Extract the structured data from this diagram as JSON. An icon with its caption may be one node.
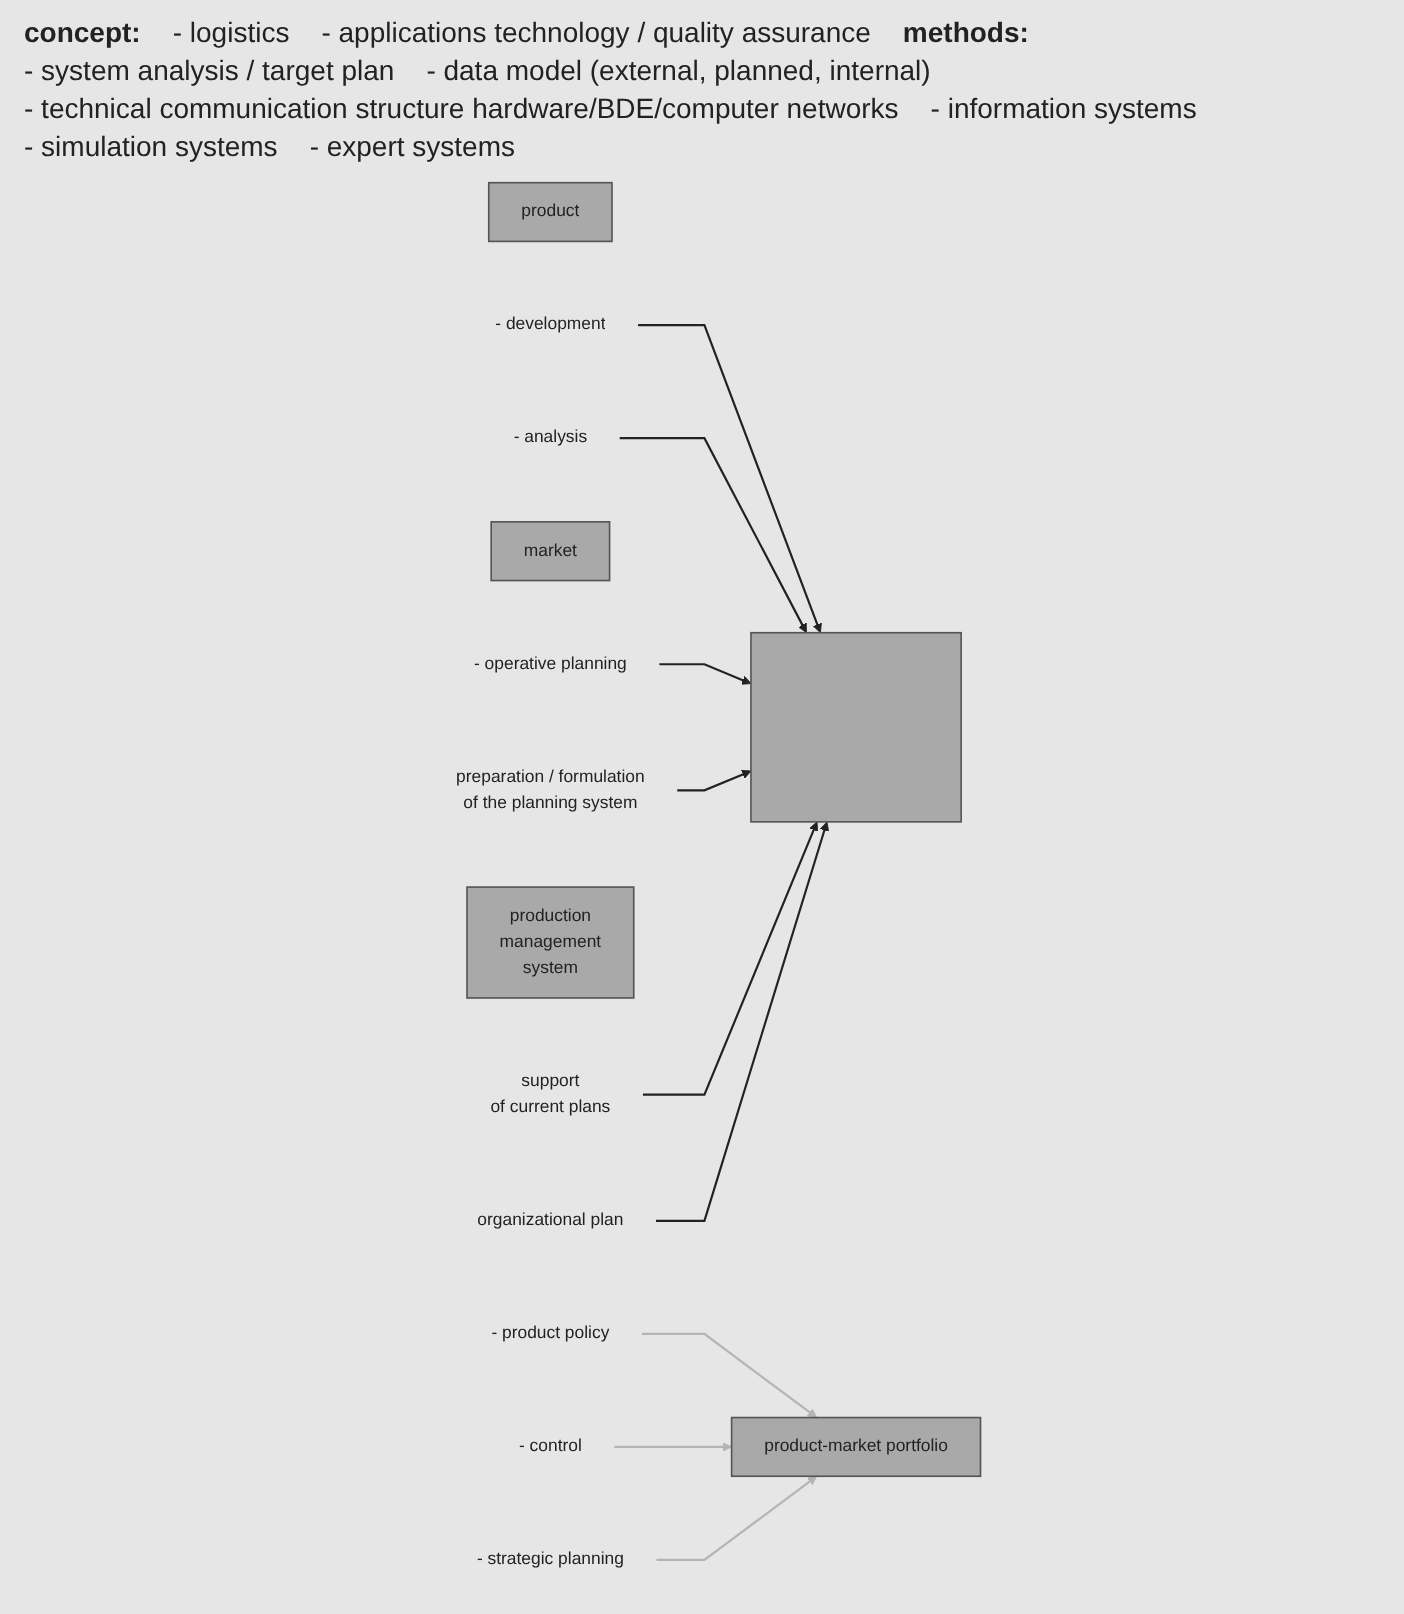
{
  "diagram": {
    "nodes": [
      {
        "text": [
          "product"
        ]
      },
      {
        "text": [
          "- development"
        ]
      },
      {
        "text": [
          "- product policy"
        ]
      },
      {
        "text": [
          "market"
        ]
      },
      {
        "text": [
          "- analysis"
        ]
      },
      {
        "text": [
          "- control"
        ]
      },
      {
        "text": [
          "production",
          "management",
          "system"
        ]
      },
      {
        "text": [
          "- strategic planning"
        ]
      },
      {
        "text": [
          "- operative planning"
        ]
      },
      {
        "text": [
          "product-market portfolio"
        ]
      },
      {
        "text": [],
        "shape": "box"
      },
      {
        "text": [
          "preparation / formulation",
          "of the planning system"
        ]
      },
      {
        "text": [
          "support",
          "of current plans"
        ]
      },
      {
        "text": [
          "organizational plan"
        ]
      }
    ],
    "edges": [
      {
        "from": 2,
        "to": 9,
        "arrow": "to",
        "color": "#b4b4b4"
      },
      {
        "from": 5,
        "to": 9,
        "arrow": "to",
        "color": "#b4b4b4"
      },
      {
        "from": 7,
        "to": 9,
        "arrow": "to",
        "color": "#b4b4b4"
      },
      {
        "from": 1,
        "to": 10,
        "arrow": "to"
      },
      {
        "from": 4,
        "to": 10,
        "arrow": "to"
      },
      {
        "from": 8,
        "to": 10,
        "arrow": "to"
      },
      {
        "from": 11,
        "to": 10,
        "arrow": "to"
      },
      {
        "from": 12,
        "to": 10,
        "arrow": "to"
      },
      {
        "from": 13,
        "to": 10,
        "arrow": "to"
      }
    ],
    "labels": [
      "concept:",
      "- logistics",
      "- applications technology / quality assurance",
      "methods:",
      "- system analysis / target plan",
      "- data model (external, planned, internal)",
      "- technical communication structure hardware/BDE/computer networks",
      "- information systems",
      "- simulation systems",
      "- expert systems"
    ]
  }
}
